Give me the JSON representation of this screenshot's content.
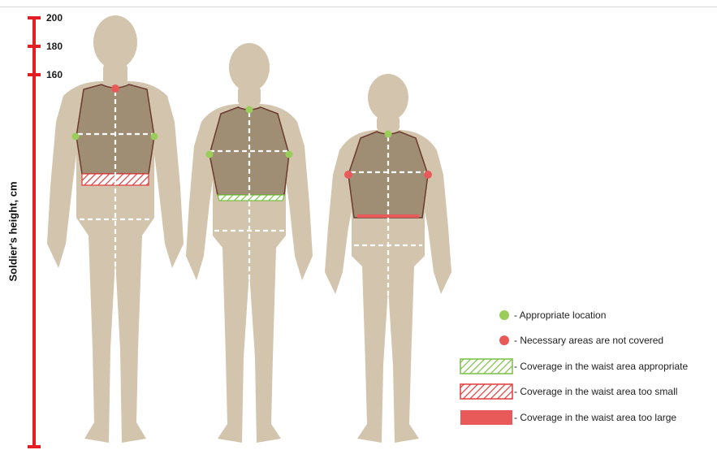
{
  "yaxis": {
    "title": "Soldier's height, cm",
    "ticks": [
      "200",
      "180",
      "160"
    ]
  },
  "legend": {
    "items": [
      {
        "label": "- Appropriate location",
        "symbol": "dot",
        "color": "#9acd5a"
      },
      {
        "label": "- Necessary areas are not covered",
        "symbol": "dot",
        "color": "#e85a5a"
      },
      {
        "label": "- Coverage in the waist area appropriate",
        "symbol": "hatch-box",
        "color": "#7ac143"
      },
      {
        "label": "- Coverage in the waist area too small",
        "symbol": "hatch-box",
        "color": "#e23b3b"
      },
      {
        "label": "- Coverage in the waist area too large",
        "symbol": "solid-box",
        "color": "#e85a5a"
      }
    ]
  },
  "colors": {
    "axis": "#e31e24",
    "body": "#d3c4ad",
    "vest": "#a08e74",
    "vest_outline": "#6b3a2e",
    "guide": "#ffffff",
    "appropriate": "#9acd5a",
    "not_covered": "#e85a5a"
  },
  "figures": [
    {
      "label": "tall",
      "waist_coverage": "too small",
      "collar_point": "not covered",
      "armpit_points": "appropriate"
    },
    {
      "label": "medium",
      "waist_coverage": "appropriate",
      "collar_point": "appropriate",
      "armpit_points": "appropriate"
    },
    {
      "label": "short",
      "waist_coverage": "too large",
      "collar_point": "appropriate",
      "armpit_points": "not covered"
    }
  ]
}
